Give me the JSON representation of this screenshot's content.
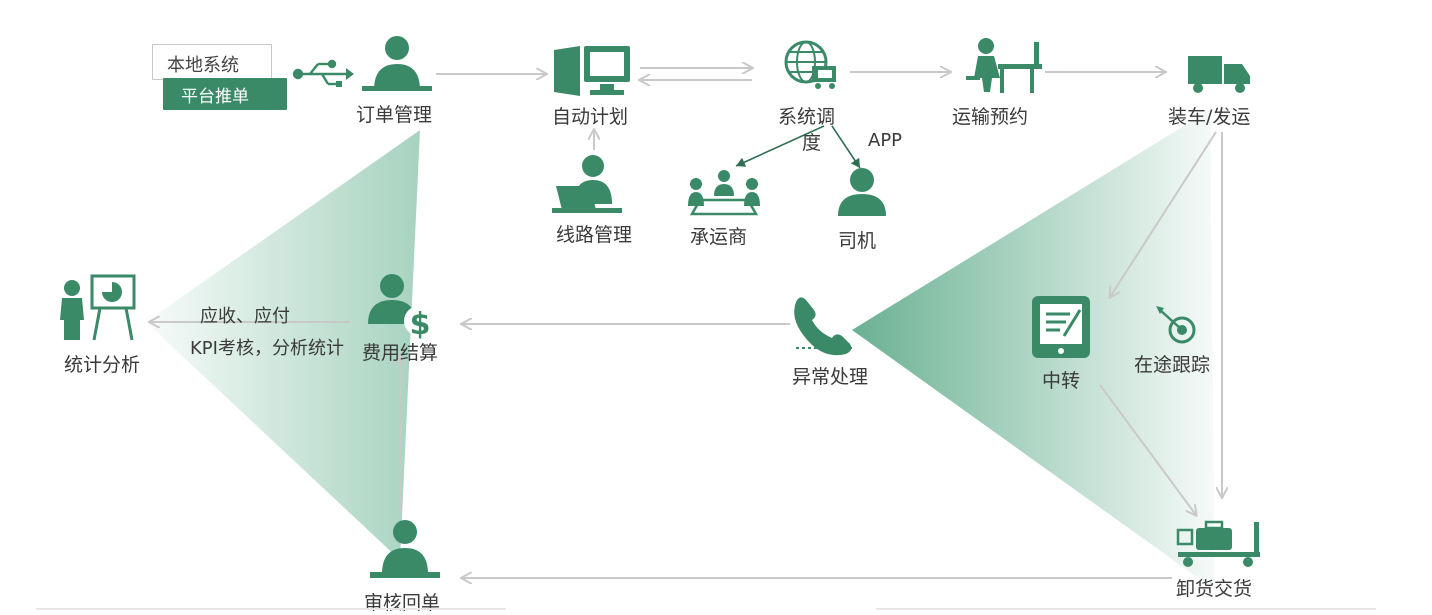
{
  "colors": {
    "accent": "#3a8a68",
    "arrow": "#c9c9c9",
    "arrow_dark": "#2f6e54"
  },
  "source": {
    "local_system": "本地系统",
    "platform_push": "平台推单",
    "usb_icon": "usb-icon"
  },
  "nodes": {
    "order_management": "订单管理",
    "auto_plan": "自动计划",
    "system_dispatch_1": "系统调",
    "system_dispatch_2": "度",
    "app": "APP",
    "transport_booking": "运输预约",
    "loading_shipping": "装车/发运",
    "route_management": "线路管理",
    "carrier": "承运商",
    "driver": "司机",
    "statistics": "统计分析",
    "receivable_payable": "应收、应付",
    "kpi_stats": "KPI考核，分析统计",
    "fee_settlement": "费用结算",
    "exception_handling": "异常处理",
    "transfer": "中转",
    "tracking": "在途跟踪",
    "unload_delivery": "卸货交货",
    "review_receipt": "审核回单"
  }
}
